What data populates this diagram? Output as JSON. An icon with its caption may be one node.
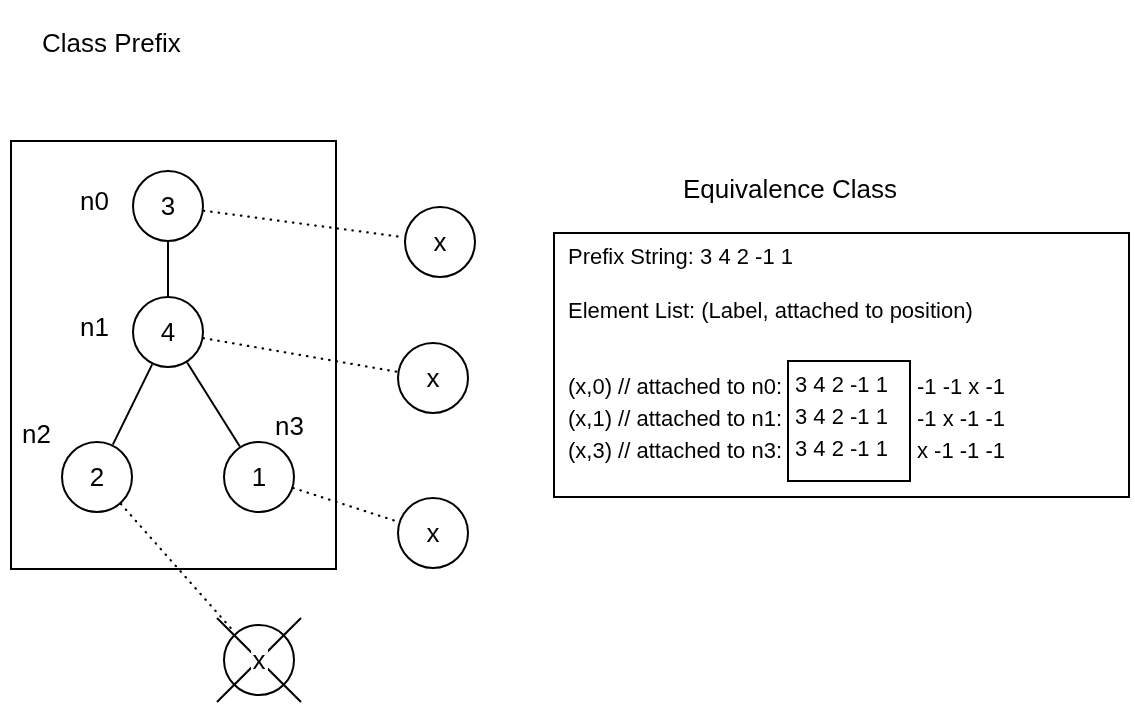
{
  "diagram": {
    "nodes": [
      {
        "text": [
          "Class Prefix"
        ]
      },
      {
        "text": [
          "3"
        ],
        "beside": [
          "n0"
        ],
        "in": 0
      },
      {
        "text": [
          "4"
        ],
        "beside": [
          "n1"
        ],
        "in": 0
      },
      {
        "text": [
          "2"
        ],
        "beside": [
          "n2"
        ],
        "in": 0
      },
      {
        "text": [
          "1"
        ],
        "beside": [
          "n3"
        ],
        "in": 0
      },
      {
        "text": [
          "x"
        ]
      },
      {
        "text": [
          "x"
        ]
      },
      {
        "text": [
          "x"
        ]
      },
      {
        "text": [
          "x"
        ]
      },
      {
        "text": [
          "Equivalence Class",
          "Prefix String: 3 4 2 -1 1",
          "Element List: (Label, attached to position)",
          "(x,0) // attached to n0:",
          "-1 -1 x -1",
          "(x,1) // attached to n1:",
          "-1 x -1 -1",
          "(x,3) // attached to n3:",
          "x -1 -1 -1"
        ]
      },
      {
        "text": [
          "3 4 2 -1 1",
          "3 4 2 -1 1",
          "3 4 2 -1 1"
        ],
        "in": 9
      }
    ],
    "edges": [
      {
        "from": 1,
        "to": 2,
        "arrow": "none"
      },
      {
        "from": 2,
        "to": 3,
        "arrow": "none"
      },
      {
        "from": 2,
        "to": 4,
        "arrow": "none"
      },
      {
        "from": 1,
        "to": 5,
        "arrow": "none",
        "style": "dashed"
      },
      {
        "from": 2,
        "to": 6,
        "arrow": "none",
        "style": "dashed"
      },
      {
        "from": 4,
        "to": 7,
        "arrow": "none",
        "style": "dashed"
      },
      {
        "from": 3,
        "to": 8,
        "arrow": "none",
        "style": "dashed"
      }
    ]
  }
}
